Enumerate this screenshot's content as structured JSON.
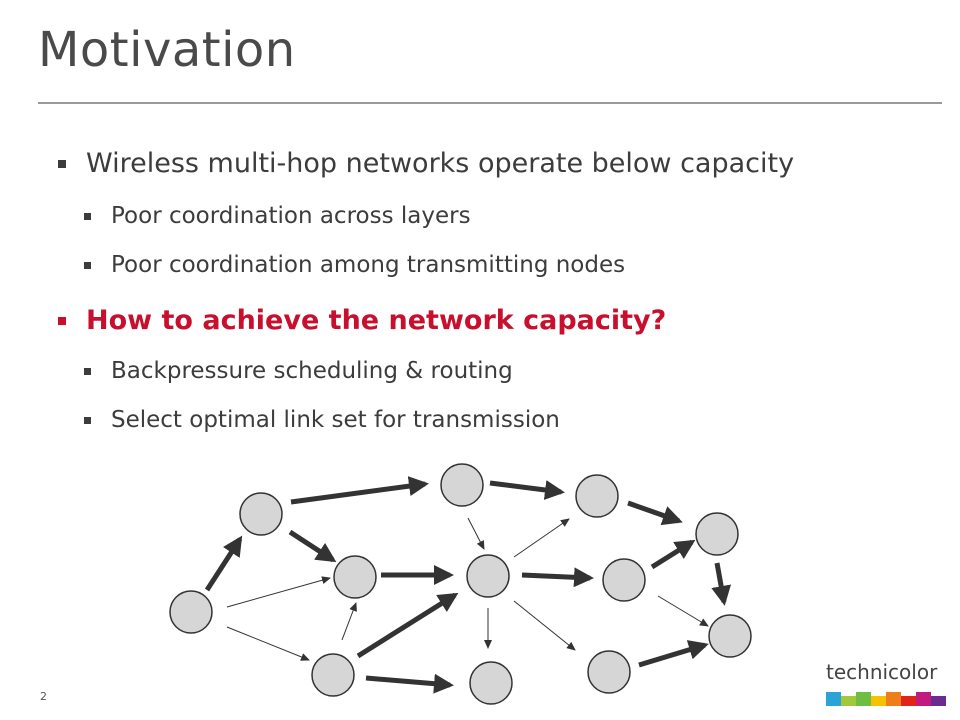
{
  "slide": {
    "title": "Motivation",
    "page_number": "2"
  },
  "bullets": [
    {
      "text": "Wireless multi-hop networks operate below capacity"
    },
    {
      "text": "Poor coordination across layers"
    },
    {
      "text": "Poor coordination among transmitting nodes"
    },
    {
      "text": "How to achieve the network capacity?"
    },
    {
      "text": "Backpressure scheduling & routing"
    },
    {
      "text": "Select optimal link set for transmission"
    }
  ],
  "colors": {
    "highlight": "#c8102e",
    "text": "#3c3c3c",
    "node_fill": "#d6d6d6"
  },
  "logo": {
    "text": "technicolor",
    "block_colors": [
      "#2ba3d8",
      "#a3c93a",
      "#6fbe44",
      "#f6c200",
      "#ee7d1a",
      "#e2231a",
      "#c1197d",
      "#6a2c91"
    ]
  }
}
